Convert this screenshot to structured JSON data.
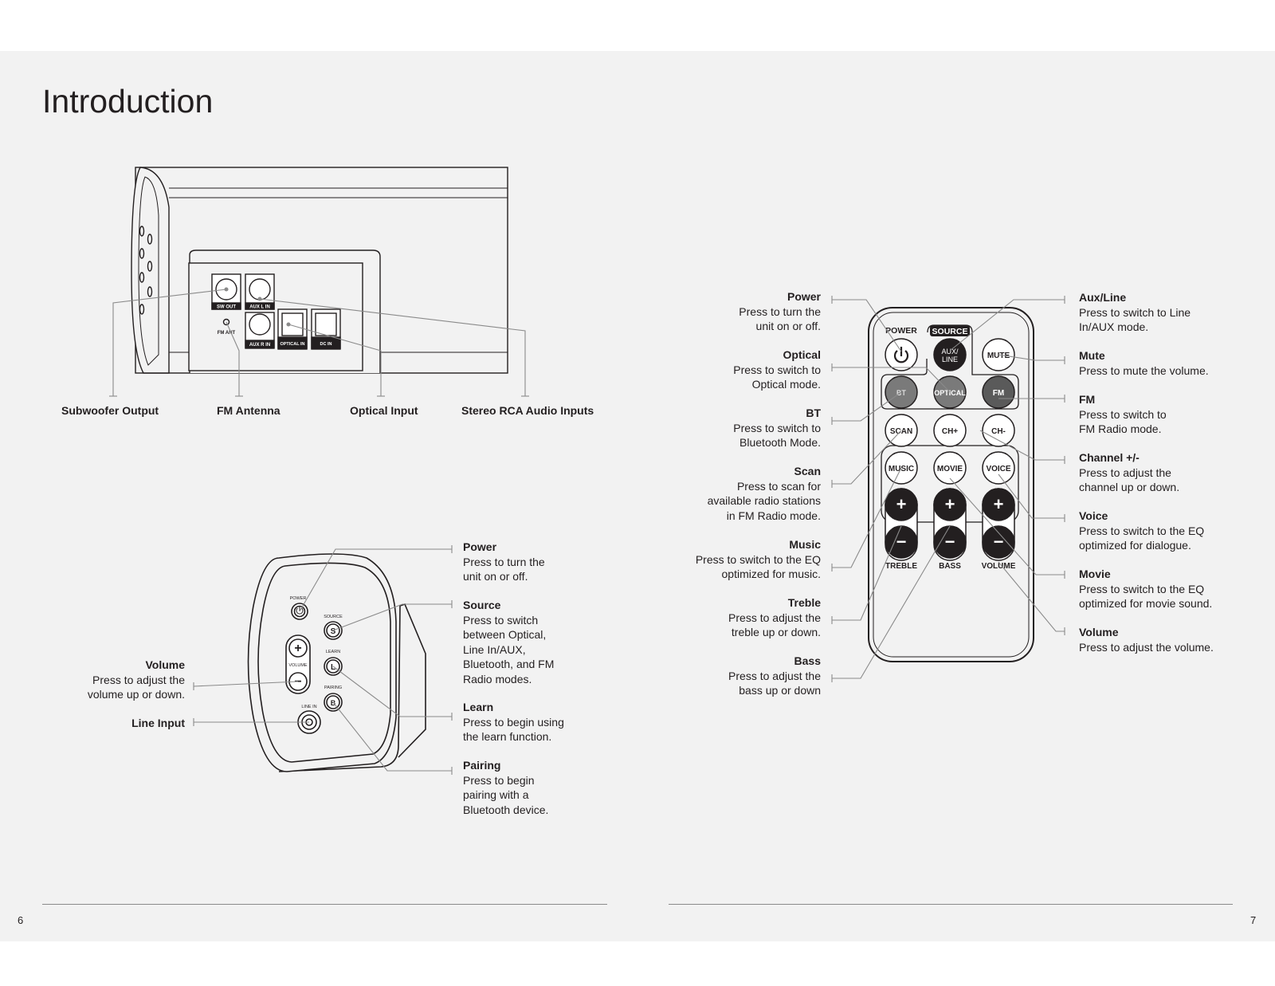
{
  "title": "Introduction",
  "rear_panel": {
    "port_labels": {
      "sw_out": "SW OUT",
      "aux_l_in": "AUX L IN",
      "aux_r_in": "AUX R IN",
      "fm_ant": "FM ANT",
      "optical_in": "OPTICAL IN",
      "dc_in": "DC IN"
    },
    "callouts": {
      "subwoofer": "Subwoofer Output",
      "fm_antenna": "FM Antenna",
      "optical": "Optical Input",
      "stereo_rca": "Stereo RCA Audio Inputs"
    }
  },
  "side_panel": {
    "button_labels": {
      "power": "POWER",
      "source": "SOURCE",
      "learn": "LEARN",
      "pairing": "PAIRING",
      "volume": "VOLUME",
      "line_in": "LINE IN",
      "source_glyph": "S",
      "learn_glyph": "L",
      "pairing_glyph": "B"
    },
    "left": {
      "volume": {
        "title": "Volume",
        "desc": "Press to adjust the\nvolume up or down."
      },
      "line_input": {
        "title": "Line Input",
        "desc": ""
      }
    },
    "right": {
      "power": {
        "title": "Power",
        "desc": "Press to turn the\nunit on or off."
      },
      "source": {
        "title": "Source",
        "desc": "Press to switch\nbetween Optical,\nLine In/AUX,\nBluetooth, and FM\nRadio modes."
      },
      "learn": {
        "title": "Learn",
        "desc": "Press to begin using\nthe learn function."
      },
      "pairing": {
        "title": "Pairing",
        "desc": "Press to begin\npairing with a\nBluetooth device."
      }
    }
  },
  "remote": {
    "buttons": {
      "power": "POWER",
      "source": "SOURCE",
      "aux_line": "AUX/\nLINE",
      "mute": "MUTE",
      "bt": "BT",
      "optical": "OPTICAL",
      "fm": "FM",
      "scan": "SCAN",
      "ch_plus": "CH+",
      "ch_minus": "CH-",
      "music": "MUSIC",
      "movie": "MOVIE",
      "voice": "VOICE",
      "treble": "TREBLE",
      "bass": "BASS",
      "volume": "VOLUME",
      "plus": "+",
      "minus": "−"
    },
    "left": {
      "power": {
        "title": "Power",
        "desc": "Press to turn the\nunit on or off."
      },
      "optical": {
        "title": "Optical",
        "desc": "Press to switch to\nOptical mode."
      },
      "bt": {
        "title": "BT",
        "desc": "Press to switch to\nBluetooth Mode."
      },
      "scan": {
        "title": "Scan",
        "desc": "Press to scan for\navailable radio stations\nin FM Radio mode."
      },
      "music": {
        "title": "Music",
        "desc": "Press to switch to the EQ\noptimized for music."
      },
      "treble": {
        "title": "Treble",
        "desc": "Press to adjust the\ntreble up or down."
      },
      "bass": {
        "title": "Bass",
        "desc": "Press to adjust the\nbass up or down"
      }
    },
    "right": {
      "aux_line": {
        "title": "Aux/Line",
        "desc": "Press to switch to Line\nIn/AUX mode."
      },
      "mute": {
        "title": "Mute",
        "desc": "Press to mute the volume."
      },
      "fm": {
        "title": "FM",
        "desc": "Press to switch to\nFM Radio mode."
      },
      "channel": {
        "title": "Channel +/-",
        "desc": "Press to adjust the\nchannel up or down."
      },
      "voice": {
        "title": "Voice",
        "desc": "Press to switch to the EQ\noptimized for dialogue."
      },
      "movie": {
        "title": "Movie",
        "desc": "Press to switch to the EQ\noptimized for movie sound."
      },
      "volume": {
        "title": "Volume",
        "desc": "Press to adjust the volume."
      }
    }
  },
  "footer": {
    "page_left": "6",
    "page_right": "7"
  }
}
